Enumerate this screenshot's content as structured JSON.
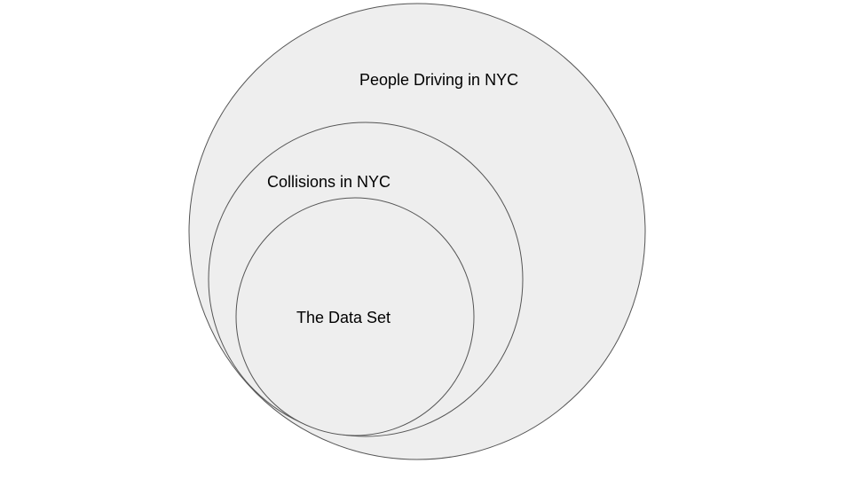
{
  "diagram": {
    "type": "nested-circles",
    "fill_color": "#eeeeee",
    "stroke_color": "#555555",
    "sets": [
      {
        "id": "outer",
        "label": "People Driving in NYC"
      },
      {
        "id": "middle",
        "label": "Collisions in NYC"
      },
      {
        "id": "inner",
        "label": "The Data Set"
      }
    ]
  }
}
